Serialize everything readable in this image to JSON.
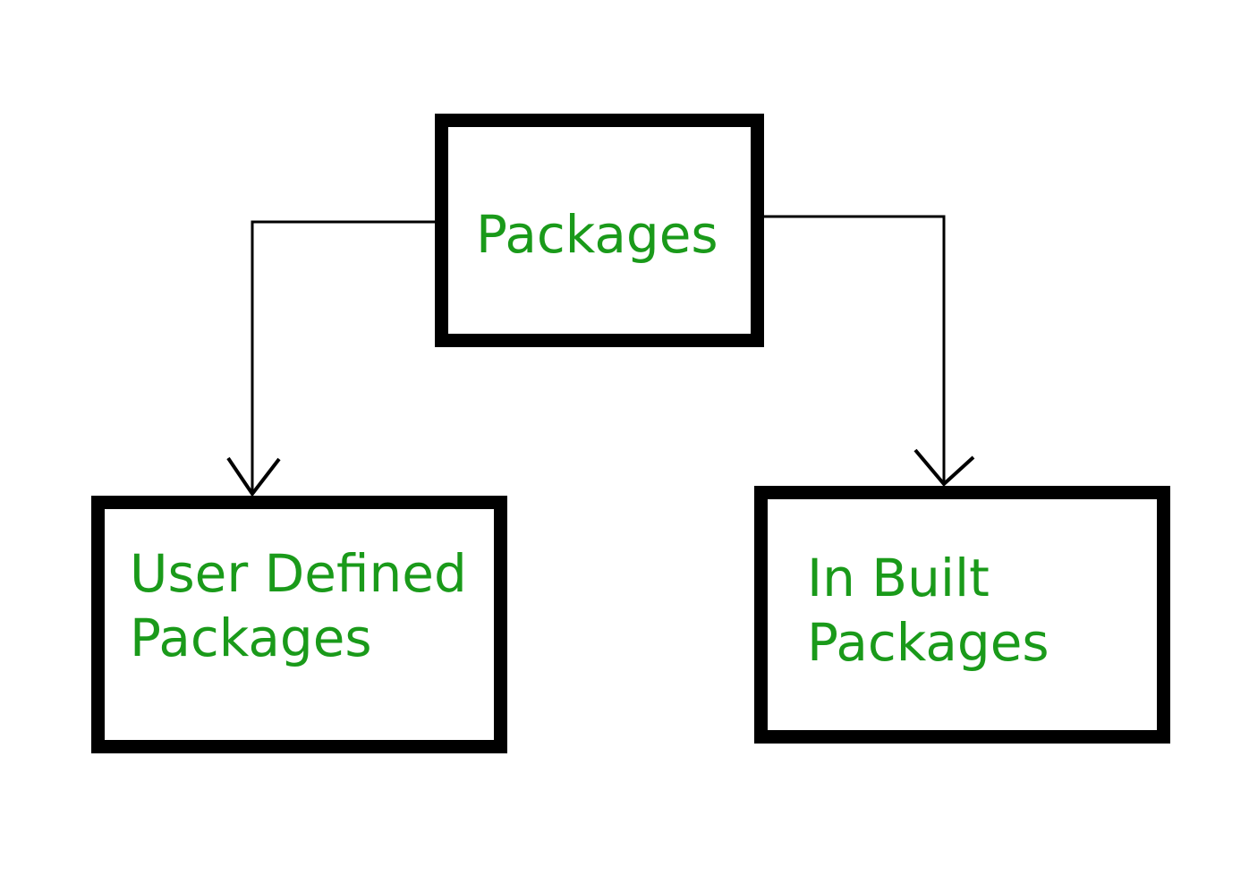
{
  "nodes": {
    "root": {
      "lines": [
        "Packages"
      ]
    },
    "user_defined": {
      "lines": [
        "User Defined",
        "Packages"
      ]
    },
    "in_built": {
      "lines": [
        "In Built",
        "Packages"
      ]
    }
  },
  "colors": {
    "label_text": "#1a9a1a",
    "box_border": "#000000",
    "connector": "#000000",
    "background": "#ffffff"
  }
}
